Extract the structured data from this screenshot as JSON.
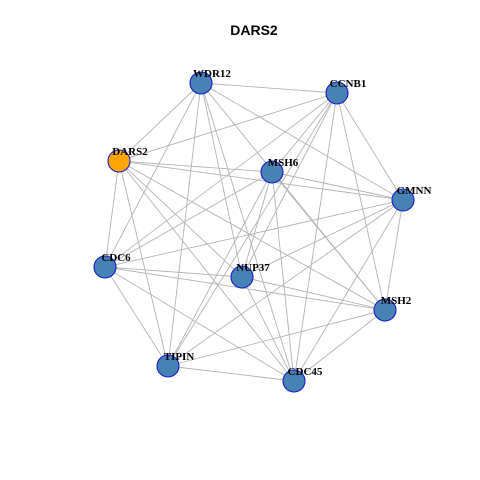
{
  "title": "DARS2",
  "colors": {
    "node_fill": "#4682b4",
    "node_stroke": "#1a1acc",
    "highlight_fill": "#ffa500",
    "highlight_stroke": "#b22222",
    "edge": "#b3b3b3"
  },
  "nodes": [
    {
      "id": "WDR12",
      "label": "WDR12",
      "highlight": false
    },
    {
      "id": "CCNB1",
      "label": "CCNB1",
      "highlight": false
    },
    {
      "id": "DARS2",
      "label": "DARS2",
      "highlight": true
    },
    {
      "id": "MSH6",
      "label": "MSH6",
      "highlight": false
    },
    {
      "id": "GMNN",
      "label": "GMNN",
      "highlight": false
    },
    {
      "id": "CDC6",
      "label": "CDC6",
      "highlight": false
    },
    {
      "id": "NUP37",
      "label": "NUP37",
      "highlight": false
    },
    {
      "id": "MSH2",
      "label": "MSH2",
      "highlight": false
    },
    {
      "id": "TIPIN",
      "label": "TIPIN",
      "highlight": false
    },
    {
      "id": "CDC45",
      "label": "CDC45",
      "highlight": false
    }
  ],
  "edges": [
    [
      "WDR12",
      "CCNB1"
    ],
    [
      "WDR12",
      "DARS2"
    ],
    [
      "WDR12",
      "GMNN"
    ],
    [
      "WDR12",
      "CDC6"
    ],
    [
      "WDR12",
      "NUP37"
    ],
    [
      "WDR12",
      "MSH2"
    ],
    [
      "WDR12",
      "TIPIN"
    ],
    [
      "WDR12",
      "CDC45"
    ],
    [
      "CCNB1",
      "DARS2"
    ],
    [
      "CCNB1",
      "MSH6"
    ],
    [
      "CCNB1",
      "GMNN"
    ],
    [
      "CCNB1",
      "CDC6"
    ],
    [
      "CCNB1",
      "NUP37"
    ],
    [
      "CCNB1",
      "MSH2"
    ],
    [
      "CCNB1",
      "TIPIN"
    ],
    [
      "CCNB1",
      "CDC45"
    ],
    [
      "DARS2",
      "MSH6"
    ],
    [
      "DARS2",
      "GMNN"
    ],
    [
      "DARS2",
      "CDC6"
    ],
    [
      "DARS2",
      "NUP37"
    ],
    [
      "DARS2",
      "MSH2"
    ],
    [
      "DARS2",
      "TIPIN"
    ],
    [
      "DARS2",
      "CDC45"
    ],
    [
      "MSH6",
      "GMNN"
    ],
    [
      "MSH6",
      "CDC6"
    ],
    [
      "MSH6",
      "NUP37"
    ],
    [
      "MSH6",
      "MSH2"
    ],
    [
      "MSH6",
      "TIPIN"
    ],
    [
      "MSH6",
      "CDC45"
    ],
    [
      "GMNN",
      "CDC6"
    ],
    [
      "GMNN",
      "NUP37"
    ],
    [
      "GMNN",
      "MSH2"
    ],
    [
      "GMNN",
      "TIPIN"
    ],
    [
      "GMNN",
      "CDC45"
    ],
    [
      "CDC6",
      "NUP37"
    ],
    [
      "CDC6",
      "MSH2"
    ],
    [
      "CDC6",
      "TIPIN"
    ],
    [
      "CDC6",
      "CDC45"
    ],
    [
      "NUP37",
      "MSH2"
    ],
    [
      "NUP37",
      "CDC45"
    ],
    [
      "MSH2",
      "TIPIN"
    ],
    [
      "MSH2",
      "CDC45"
    ],
    [
      "TIPIN",
      "CDC45"
    ]
  ]
}
